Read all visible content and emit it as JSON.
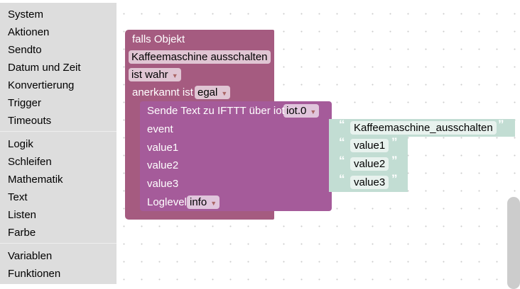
{
  "sidebar": {
    "categories": [
      "System",
      "Aktionen",
      "Sendto",
      "Datum und Zeit",
      "Konvertierung",
      "Trigger",
      "Timeouts",
      "Logik",
      "Schleifen",
      "Mathematik",
      "Text",
      "Listen",
      "Farbe",
      "Variablen",
      "Funktionen"
    ]
  },
  "outer_block": {
    "title": "falls Objekt",
    "object": "Kaffeemaschine ausschalten",
    "condition": "ist wahr",
    "ack_label": "anerkannt ist",
    "ack_value": "egal"
  },
  "inner_block": {
    "title": "Sende Text zu IFTTT über iot",
    "instance": "iot.0",
    "inputs": [
      "event",
      "value1",
      "value2",
      "value3"
    ],
    "loglevel_label": "Loglevel",
    "loglevel": "info"
  },
  "text_blocks": [
    "Kaffeemaschine_ausschalten",
    "value1",
    "value2",
    "value3"
  ],
  "colors": {
    "outer": "#a55b80",
    "inner": "#a55b9a",
    "text": "#c2ddd3"
  }
}
